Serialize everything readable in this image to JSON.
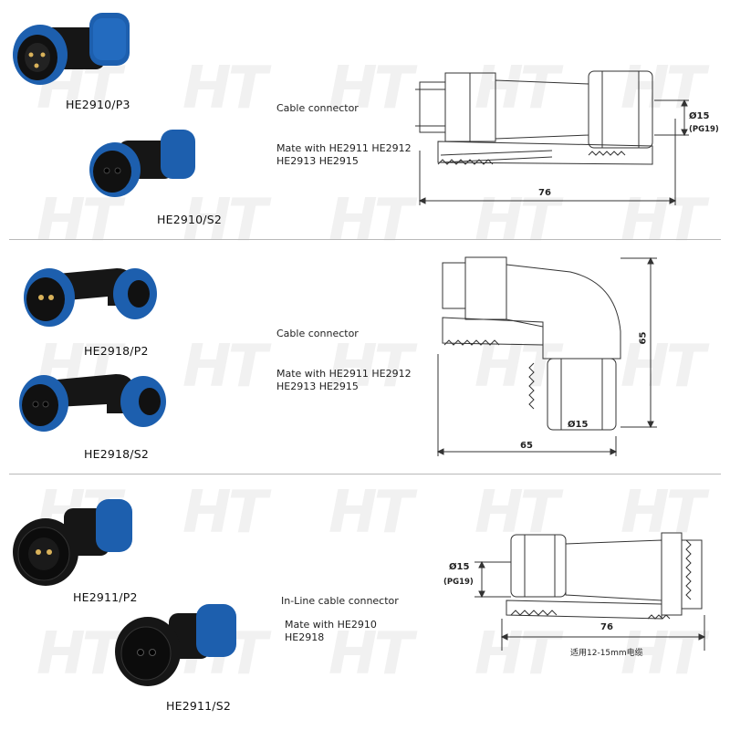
{
  "watermark": "HT",
  "sections": [
    {
      "products": [
        "HE2910/P3",
        "HE2910/S2"
      ],
      "type": "Cable connector",
      "mate_line1": "Mate with HE2911 HE2912",
      "mate_line2": "HE2913 HE2915",
      "dims": {
        "length": "76",
        "diameter": "Ø15",
        "pg": "(PG19)"
      }
    },
    {
      "products": [
        "HE2918/P2",
        "HE2918/S2"
      ],
      "type": "Cable connector",
      "mate_line1": "Mate with HE2911 HE2912",
      "mate_line2": "HE2913 HE2915",
      "dims": {
        "length": "65",
        "height": "65",
        "diameter": "Ø15"
      }
    },
    {
      "products": [
        "HE2911/P2",
        "HE2911/S2"
      ],
      "type": "In-Line cable connector",
      "mate_line1": "Mate with HE2910",
      "mate_line2": "HE2918",
      "dims": {
        "length": "76",
        "diameter": "Ø15",
        "pg": "(PG19)",
        "note": "适用12-15mm电缆"
      }
    }
  ],
  "colors": {
    "blue": "#1d5fae",
    "black": "#161616",
    "line": "#333333",
    "divider": "#b9b9b9"
  }
}
